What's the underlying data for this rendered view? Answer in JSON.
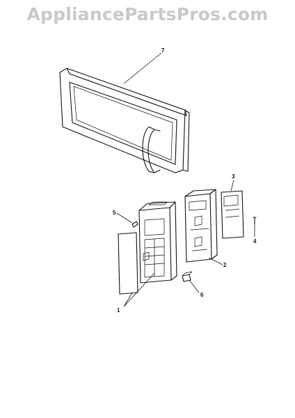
{
  "watermark": "AppliancePartsPros.com",
  "callouts": {
    "door": "7",
    "control_panel": "1",
    "circuit_board": "2",
    "label": "3",
    "screw": "4",
    "switch_small": "5",
    "connector": "6"
  }
}
